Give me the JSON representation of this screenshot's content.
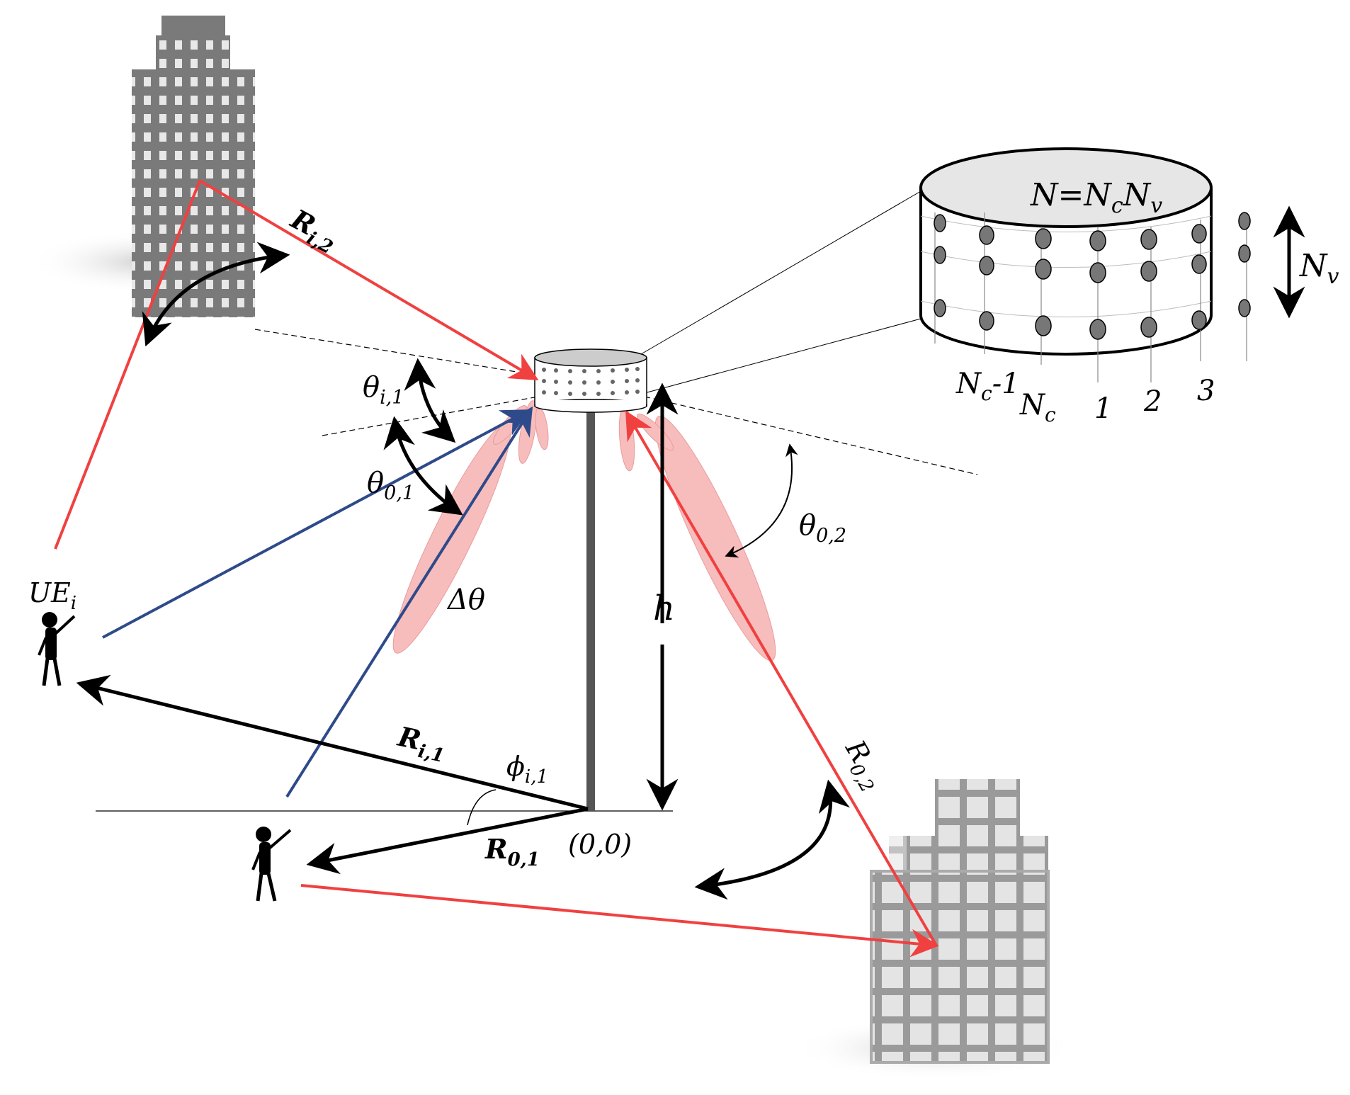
{
  "labels": {
    "array_formula": "N=NcNv",
    "N": "N",
    "eq": "=",
    "Nc_N": "N",
    "Nc_sub": "c",
    "Nv_N": "N",
    "Nv_sub": "v",
    "Nv_side_N": "N",
    "Nv_side_sub": "v",
    "col_Nc_minus_1_N": "N",
    "col_Nc_minus_1_sub": "c",
    "col_Nc_minus_1_suffix": "-1",
    "col_Nc_N": "N",
    "col_Nc_sub": "c",
    "col_1": "1",
    "col_2": "2",
    "col_3": "3",
    "Ri2_R": "R",
    "Ri2_sub": "i,2",
    "theta_i1": "θ",
    "theta_i1_sub": "i,1",
    "theta_01": "θ",
    "theta_01_sub": "0,1",
    "theta_02": "θ",
    "theta_02_sub": "0,2",
    "delta_theta": "Δθ",
    "h": "h",
    "UEi": "UE",
    "UEi_sub": "i",
    "Ri1_R": "R",
    "Ri1_sub": "i,1",
    "phi_i1": "ϕ",
    "phi_i1_sub": "i,1",
    "R01_R": "R",
    "R01_sub": "0,1",
    "origin": "(0,0)",
    "R02_R": "R",
    "R02_sub": "0,2"
  },
  "colors": {
    "red_path": "#f04040",
    "blue_path": "#2e4a8a",
    "beam_fill": "#f7b6b6",
    "building": "#7a7a7a",
    "black": "#000000"
  },
  "icons": [
    "building-icon",
    "person-icon",
    "antenna-array-icon"
  ]
}
